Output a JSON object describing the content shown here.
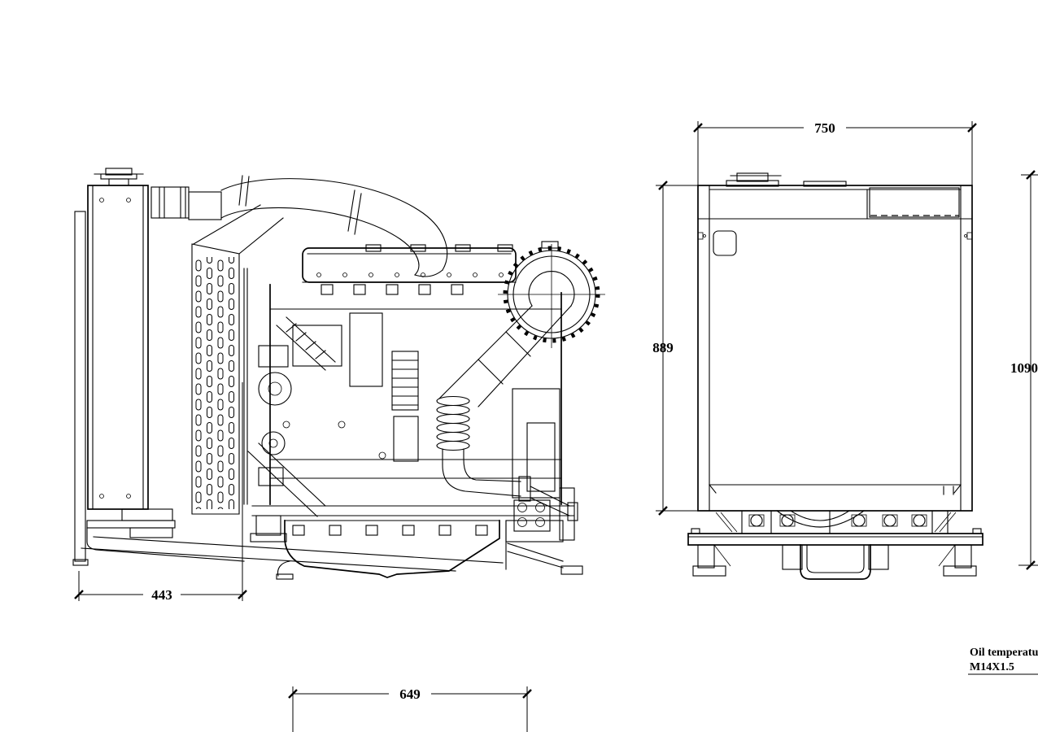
{
  "drawing": {
    "title": "engine-genset-dimension-drawing",
    "colors": {
      "line": "#000000",
      "background": "#ffffff"
    },
    "dimensions": {
      "rear_width": "750",
      "rear_frame_height": "889",
      "overall_height": "1090",
      "radiator_depth": "443",
      "base_length": "649"
    },
    "notes": {
      "oil_temp_line1": "Oil temperature",
      "oil_temp_line2": "M14X1.5"
    }
  }
}
